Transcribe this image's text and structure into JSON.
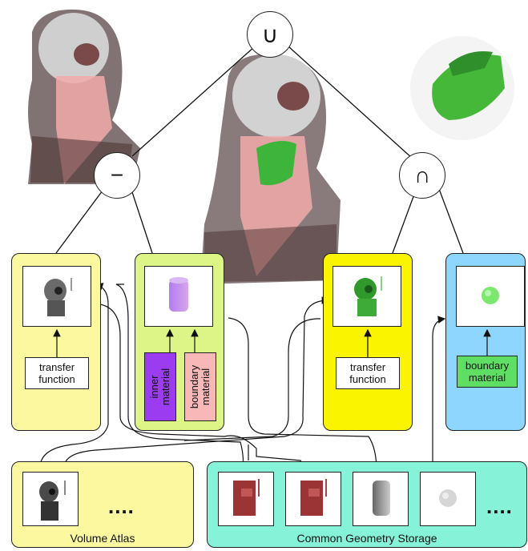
{
  "operators": {
    "union": "∪",
    "difference": "−",
    "intersection": "∩"
  },
  "nodes": {
    "node1": {
      "label": "transfer\nfunction"
    },
    "node2": {
      "inner_label": "inner\nmaterial",
      "boundary_label": "boundary\nmaterial"
    },
    "node3": {
      "label": "transfer\nfunction"
    },
    "node4": {
      "label": "boundary\nmaterial"
    }
  },
  "storage": {
    "volume_atlas": {
      "label": "Volume Atlas",
      "more": "...."
    },
    "geometry": {
      "label": "Common Geometry Storage",
      "more": "...."
    }
  },
  "colors": {
    "yellow": "#fbf8a0",
    "bright_yellow": "#fbf400",
    "lime": "#ddf587",
    "cyan": "#8fd6ff",
    "teal": "#86f2d8",
    "purple": "#9b3cf0",
    "pink": "#f9b8b8",
    "green_material": "#5ede63"
  }
}
